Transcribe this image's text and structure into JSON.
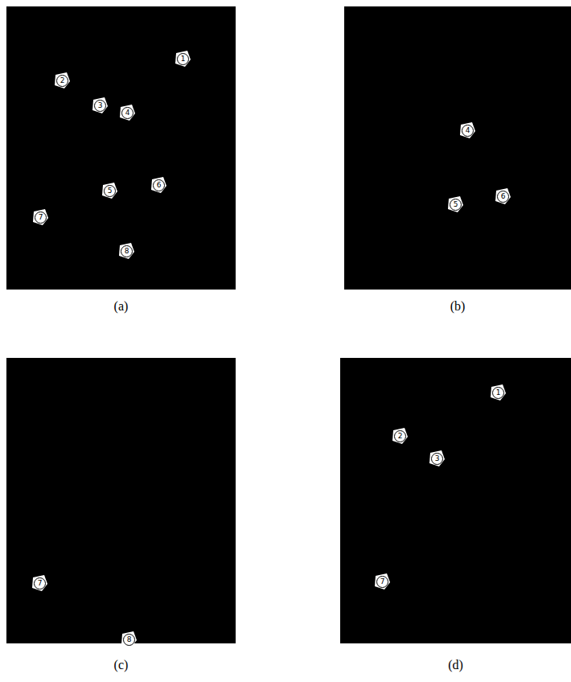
{
  "diagram": {
    "nodes": [
      {
        "text": [
          "(a)"
        ]
      },
      {
        "text": [
          "1"
        ],
        "in": 0
      },
      {
        "text": [
          "2"
        ],
        "in": 0
      },
      {
        "text": [
          "3"
        ],
        "in": 0
      },
      {
        "text": [
          "4"
        ],
        "in": 0
      },
      {
        "text": [
          "5"
        ],
        "in": 0
      },
      {
        "text": [
          "6"
        ],
        "in": 0
      },
      {
        "text": [
          "7"
        ],
        "in": 0
      },
      {
        "text": [
          "8"
        ],
        "in": 0
      },
      {
        "text": [
          "(b)"
        ]
      },
      {
        "text": [
          "4"
        ],
        "in": 9
      },
      {
        "text": [
          "5"
        ],
        "in": 9
      },
      {
        "text": [
          "6"
        ],
        "in": 9
      },
      {
        "text": [
          "(c)"
        ]
      },
      {
        "text": [
          "7"
        ],
        "in": 13
      },
      {
        "text": [
          "8"
        ],
        "in": 13
      },
      {
        "text": [
          "(d)"
        ]
      },
      {
        "text": [
          "1"
        ],
        "in": 16
      },
      {
        "text": [
          "2"
        ],
        "in": 16
      },
      {
        "text": [
          "3"
        ],
        "in": 16
      },
      {
        "text": [
          "7"
        ],
        "in": 16
      }
    ]
  }
}
